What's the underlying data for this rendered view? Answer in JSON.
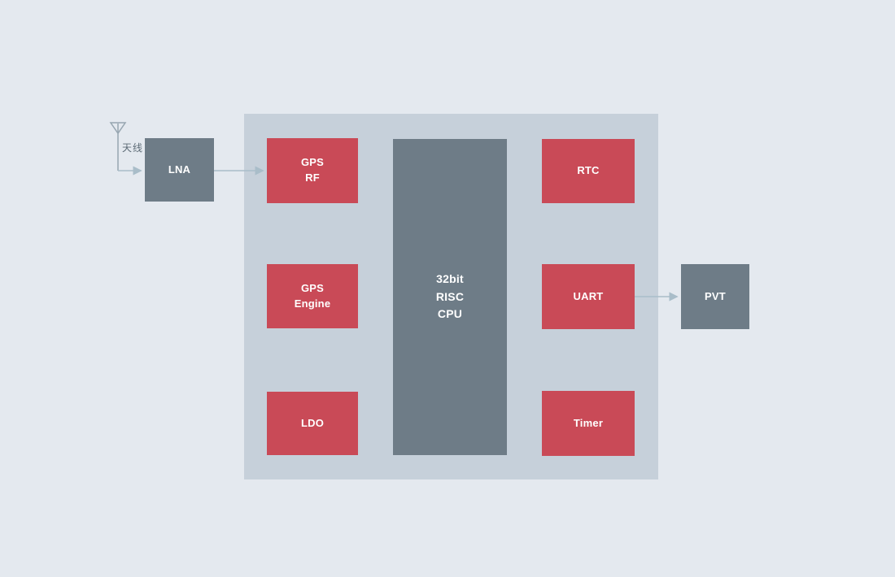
{
  "diagram": {
    "type": "block-diagram",
    "subject": "GPS receiver chip architecture",
    "antenna": {
      "label": "天线"
    },
    "blocks": {
      "lna": {
        "label": "LNA",
        "style": "dark"
      },
      "gps_rf": {
        "label": "GPS\nRF",
        "style": "red"
      },
      "gps_engine": {
        "label": "GPS\nEngine",
        "style": "red"
      },
      "ldo": {
        "label": "LDO",
        "style": "red"
      },
      "cpu": {
        "label": "32bit\nRISC\nCPU",
        "style": "dark"
      },
      "rtc": {
        "label": "RTC",
        "style": "red"
      },
      "uart": {
        "label": "UART",
        "style": "red"
      },
      "timer": {
        "label": "Timer",
        "style": "red"
      },
      "pvt": {
        "label": "PVT",
        "style": "dark"
      }
    },
    "connections": [
      {
        "from": "antenna",
        "to": "lna"
      },
      {
        "from": "lna",
        "to": "gps_rf"
      },
      {
        "from": "uart",
        "to": "pvt"
      }
    ],
    "colors": {
      "background": "#e4e9ef",
      "container_panel": "#c6d0da",
      "red_block": "#c94a57",
      "dark_block": "#6e7c87",
      "arrow": "#a9bdc9",
      "block_text": "#ffffff",
      "antenna_text": "#5d6b76"
    }
  }
}
